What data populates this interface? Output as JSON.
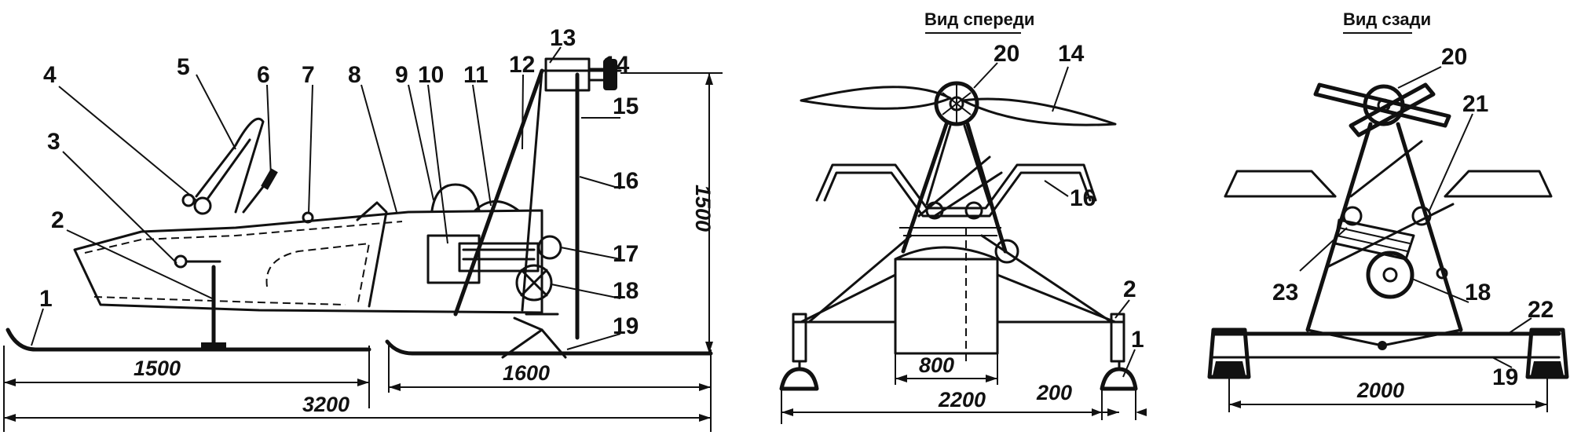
{
  "views": {
    "front_title": "Вид спереди",
    "rear_title": "Вид сзади"
  },
  "side_view": {
    "labels": [
      "1",
      "2",
      "3",
      "4",
      "5",
      "6",
      "7",
      "8",
      "9",
      "10",
      "11",
      "12",
      "13",
      "14",
      "15",
      "16",
      "17",
      "18",
      "19"
    ],
    "dims": {
      "ski_front": "1500",
      "ski_rear": "1600",
      "total_length": "3200",
      "height": "1500"
    }
  },
  "front_view": {
    "labels": {
      "propeller_hub": "20",
      "propeller": "14",
      "frame": "16",
      "outrigger": "2",
      "ski": "1"
    },
    "dims": {
      "body_width": "800",
      "track": "2200",
      "ski_width": "200"
    }
  },
  "rear_view": {
    "labels": {
      "propeller_hub": "20",
      "pulley": "21",
      "engine": "23",
      "wheel": "18",
      "axle": "22",
      "rear_ski": "19"
    },
    "dims": {
      "track": "2000"
    }
  }
}
